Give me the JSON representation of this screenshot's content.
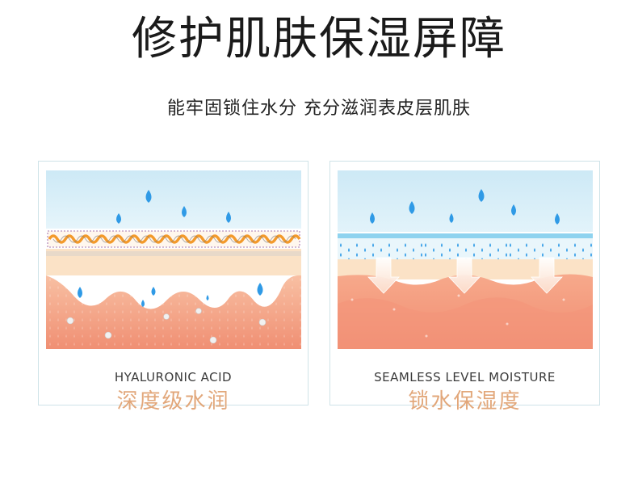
{
  "header": {
    "title": "修护肌肤保湿屏障",
    "subtitle": "能牢固锁住水分 充分滋润表皮层肌肤"
  },
  "cards": [
    {
      "en_label": "HYALURONIC ACID",
      "cn_label": "深度级水润"
    },
    {
      "en_label": "SEAMLESS LEVEL MOISTURE",
      "cn_label": "锁水保湿度"
    }
  ],
  "colors": {
    "sky": "#cfeaf6",
    "water_drop": "#3aa0e8",
    "skin_orange": "#f5a383",
    "skin_cream": "#fbe3c7",
    "label_accent": "#e2a77a",
    "barrier_gold": "#f39a2b"
  }
}
